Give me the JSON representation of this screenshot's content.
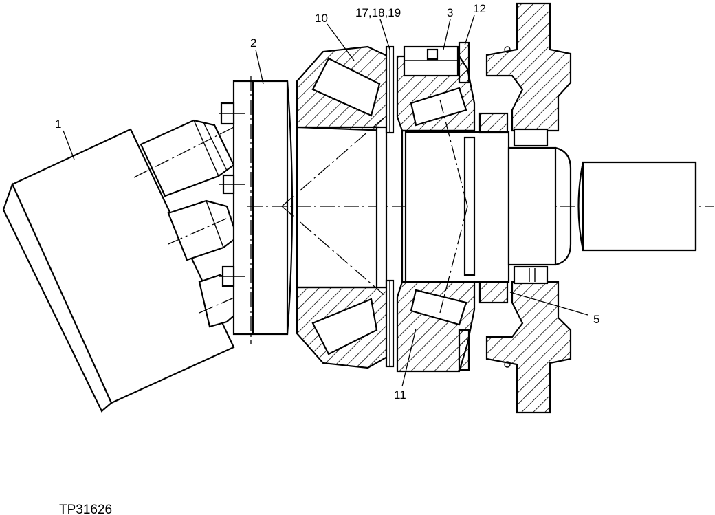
{
  "figure": {
    "id": "TP31626"
  },
  "callouts": [
    {
      "label": "1"
    },
    {
      "label": "2"
    },
    {
      "label": "10"
    },
    {
      "label": "17,18,19"
    },
    {
      "label": "3"
    },
    {
      "label": "12"
    },
    {
      "label": "5"
    },
    {
      "label": "11"
    }
  ]
}
